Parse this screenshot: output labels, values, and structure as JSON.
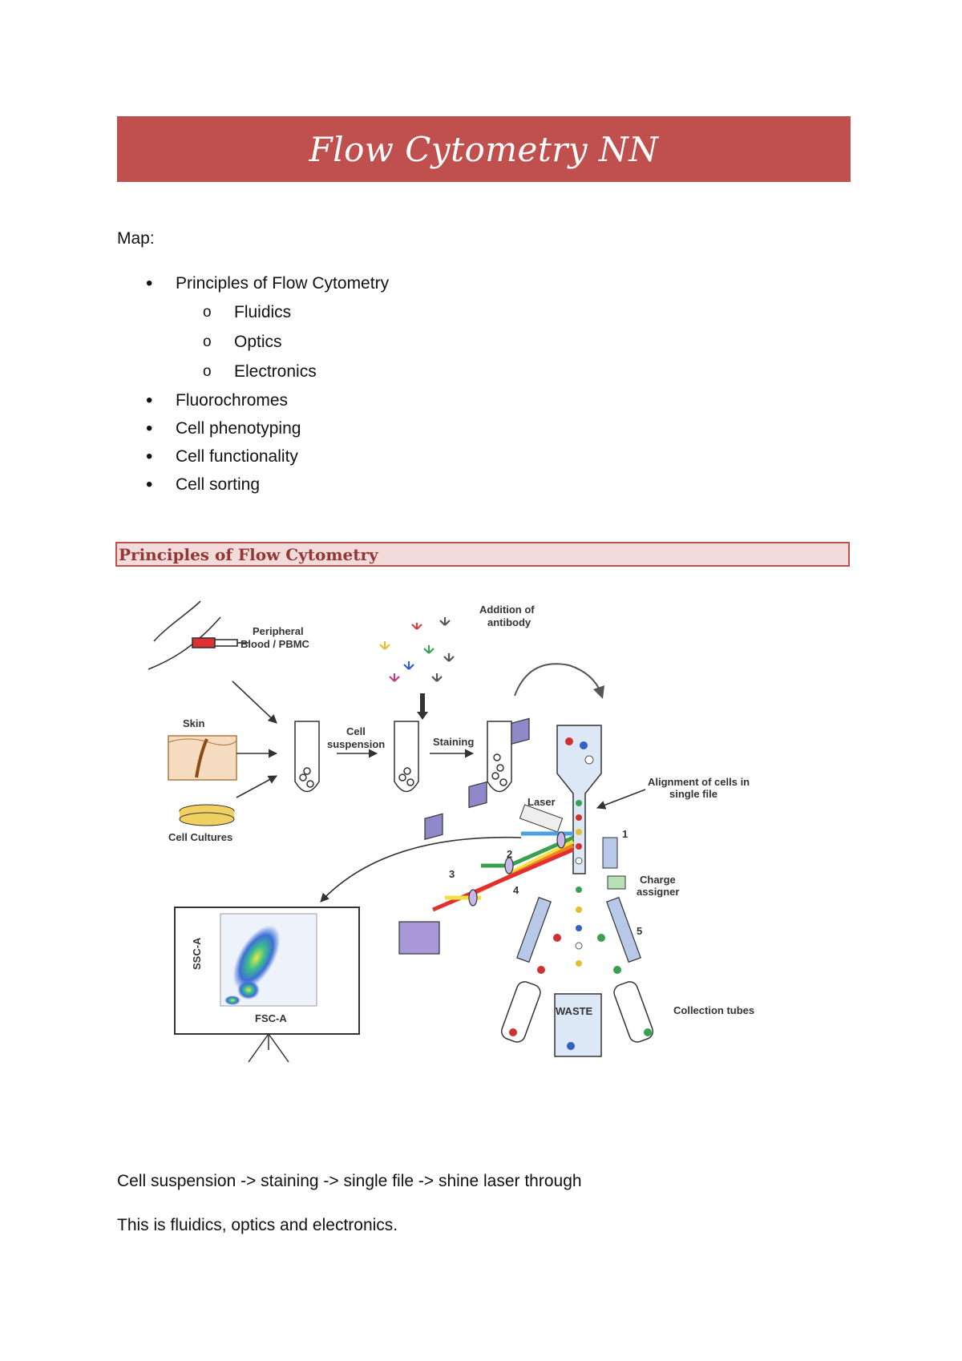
{
  "title": "Flow Cytometry NN",
  "map_label": "Map:",
  "outline": [
    {
      "label": "Principles of Flow Cytometry",
      "children": [
        "Fluidics",
        "Optics",
        "Electronics"
      ]
    },
    {
      "label": "Fluorochromes"
    },
    {
      "label": "Cell phenotyping"
    },
    {
      "label": "Cell functionality"
    },
    {
      "label": "Cell sorting"
    }
  ],
  "section_heading": "Principles of Flow Cytometry",
  "figure": {
    "peripheral": [
      "Peripheral",
      "Blood / PBMC"
    ],
    "antibody": [
      "Addition of",
      "antibody"
    ],
    "skin": "Skin",
    "cell_suspension": [
      "Cell",
      "suspension"
    ],
    "staining": "Staining",
    "alignment": [
      "Alignment of cells in",
      "single file"
    ],
    "laser": "Laser",
    "cell_cultures": "Cell Cultures",
    "charge": [
      "Charge",
      "assigner"
    ],
    "waste": "WASTE",
    "collection": "Collection tubes",
    "ssc": "SSC-A",
    "fsc": "FSC-A",
    "num1": "1",
    "num2": "2",
    "num3": "3",
    "num4": "4",
    "num5": "5"
  },
  "paragraphs": [
    "Cell suspension -> staining -> single file -> shine laser through",
    "This is fluidics, optics and electronics."
  ]
}
